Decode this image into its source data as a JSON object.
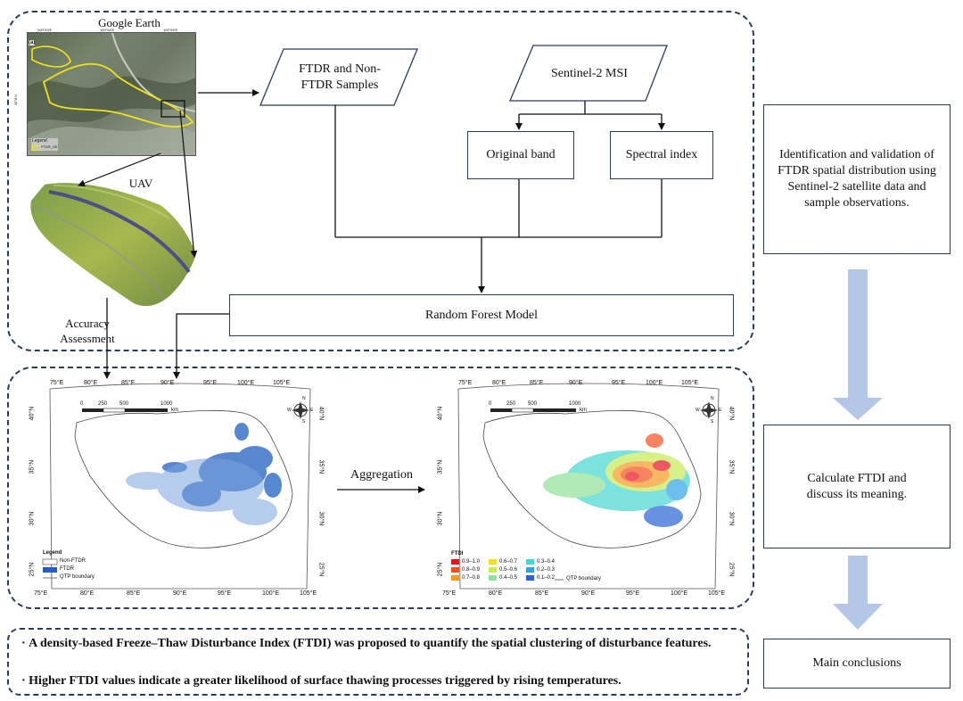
{
  "top_panel": {
    "google_earth_label": "Google Earth",
    "panel_letter": "(a)",
    "ge_lon_ticks": [
      "100°53'E",
      "100°54'E",
      "100°55'E"
    ],
    "ge_lat_tick": "35°8'N",
    "ge_legend_title": "Legend",
    "ge_legend_item": "FTDR_GE",
    "uav_label": "UAV",
    "samples_label": "FTDR and Non-FTDR Samples",
    "sentinel_label": "Sentinel-2 MSI",
    "original_band_label": "Original band",
    "spectral_index_label": "Spectral index",
    "random_forest_label": "Random Forest Model",
    "accuracy_label": "Accuracy Assessment"
  },
  "right_column": {
    "box1_text": "Identification and validation of FTDR spatial distribution using Sentinel-2 satellite data and sample observations.",
    "box2_text": "Calculate FTDI and discuss its meaning.",
    "box3_text": "Main conclusions"
  },
  "middle_panel": {
    "aggregation_label": "Aggregation",
    "lon_ticks_top": [
      "75°E",
      "80°E",
      "85°E",
      "90°E",
      "95°E",
      "100°E",
      "105°E"
    ],
    "lon_ticks_bottom": [
      "75°E",
      "80°E",
      "85°E",
      "90°E",
      "95°E",
      "100°E",
      "105°E"
    ],
    "lat_ticks": [
      "40°N",
      "35°N",
      "30°N",
      "25°N"
    ],
    "scale_ticks": [
      "0",
      "250",
      "500",
      "1000"
    ],
    "scale_unit": "km",
    "compass_letters": [
      "N",
      "S",
      "W",
      "E"
    ],
    "left_map_legend": {
      "title": "Legend",
      "items": [
        "Non-FTDR",
        "FTDR",
        "QTP boundary"
      ]
    },
    "right_map_legend": {
      "title": "FTDI",
      "items": [
        {
          "label": "0.9–1.0",
          "color": "#e8141c"
        },
        {
          "label": "0.8–0.9",
          "color": "#f4511e"
        },
        {
          "label": "0.7–0.8",
          "color": "#f59b23"
        },
        {
          "label": "0.6–0.7",
          "color": "#f2e01f"
        },
        {
          "label": "0.5–0.6",
          "color": "#c8ea56"
        },
        {
          "label": "0.4–0.5",
          "color": "#8fe39a"
        },
        {
          "label": "0.3–0.4",
          "color": "#46d6d0"
        },
        {
          "label": "0.2–0.3",
          "color": "#2fa3e6"
        },
        {
          "label": "0.1–0.2",
          "color": "#2b63d6"
        }
      ],
      "boundary_label": "QTP boundary"
    }
  },
  "conclusions": [
    "A density-based Freeze–Thaw Disturbance Index (FTDI) was proposed to quantify the spatial clustering of disturbance features.",
    "Higher FTDI values indicate a greater likelihood of surface thawing processes triggered by rising temperatures."
  ],
  "colors": {
    "dash_border": "#2b3d5a",
    "arrow_light_blue": "#b4c7e7",
    "ftdr_blue": "#1f5fbf"
  }
}
